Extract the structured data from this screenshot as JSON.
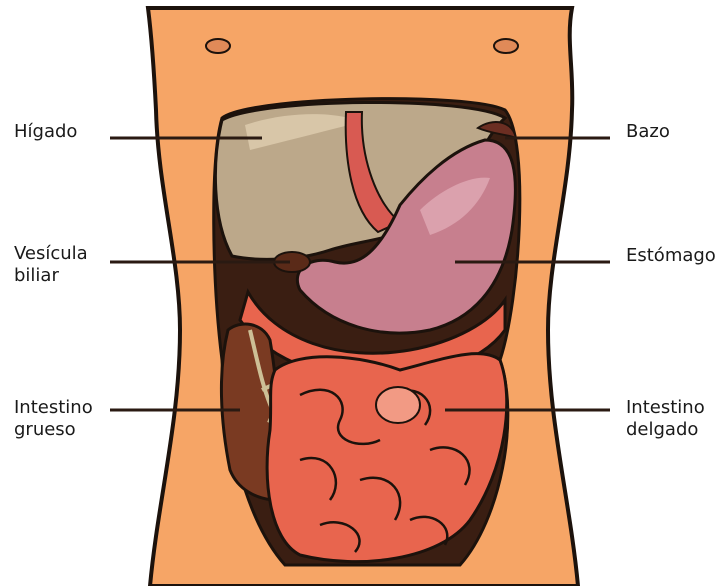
{
  "labels": {
    "liver": [
      "Hígado"
    ],
    "gallbladder": [
      "Vesícula",
      "biliar"
    ],
    "large_intestine": [
      "Intestino",
      "grueso"
    ],
    "spleen": [
      "Bazo"
    ],
    "stomach": [
      "Estómago"
    ],
    "small_intestine": [
      "Intestino",
      "delgado"
    ]
  },
  "colors": {
    "skin": "#f6a566",
    "outline": "#1c120c",
    "liver": "#bca88a",
    "stomach": "#c77f8e",
    "intestine": "#e8654e",
    "cavity": "#3a1e12",
    "leader_line": "#2a1a12"
  }
}
